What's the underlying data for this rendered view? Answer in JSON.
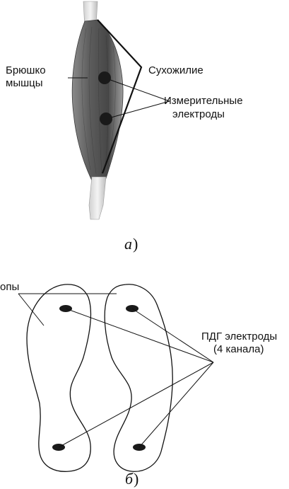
{
  "figure_a": {
    "belly_label_line1": "Брюшко",
    "belly_label_line2": "мышцы",
    "tendon_label": "Сухожилие",
    "electrodes_label_line1": "Измерительные",
    "electrodes_label_line2": "электроды",
    "caption_letter": "а",
    "caption_paren": ")"
  },
  "figure_b": {
    "soles_label_fragment": "опы",
    "pdg_label_line1": "ПДГ электроды",
    "pdg_label_line2": "(4 канала)",
    "caption_letter": "б",
    "caption_paren": ")"
  },
  "colors": {
    "muscle_dark": "#4a4a4a",
    "muscle_light": "#9a9a9a",
    "tendon": "#e8e8e8",
    "electrode": "#1a1a1a",
    "line": "#111111"
  }
}
